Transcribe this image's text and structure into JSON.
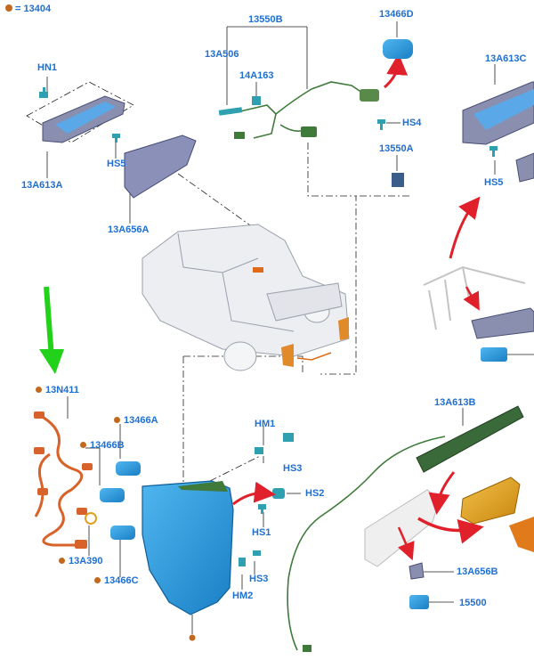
{
  "legend": {
    "symbol": "=",
    "code": "13404"
  },
  "labels": {
    "hn1": "HN1",
    "p13a613a": "13A613A",
    "hs5_left": "HS5",
    "p13a656a": "13A656A",
    "p13550b": "13550B",
    "p13a506": "13A506",
    "p14a163": "14A163",
    "p13466d": "13466D",
    "hs4": "HS4",
    "p13550a": "13550A",
    "p13a613c": "13A613C",
    "hs5_right": "HS5",
    "p13n411": "13N411",
    "p13466a": "13466A",
    "p13466b": "13466B",
    "p13a390": "13A390",
    "p13466c": "13466C",
    "hm1": "HM1",
    "hs3_top": "HS3",
    "hs2": "HS2",
    "hs1": "HS1",
    "hs3_bottom": "HS3",
    "hm2": "HM2",
    "p13a613b": "13A613B",
    "p13a656b": "13A656B",
    "p15500": "15500"
  },
  "colors": {
    "label_blue": "#1f6fd1",
    "dot_orange": "#c2691f",
    "arrow_red": "#e0202a",
    "arrow_green": "#22d11a",
    "lamp_blue": "#2a9be0",
    "harness_green": "#3f7a3a",
    "harness_orange": "#d8632a",
    "lamp_amber": "#e3a11c"
  }
}
